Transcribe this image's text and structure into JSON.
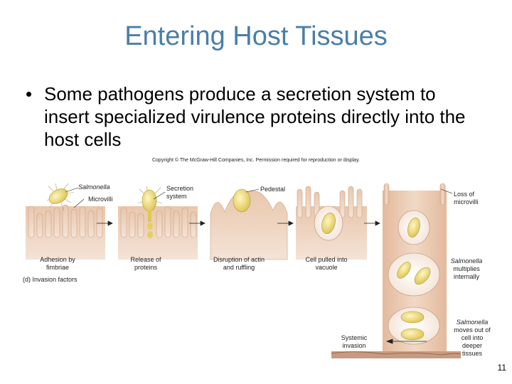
{
  "slide": {
    "title": "Entering Host Tissues",
    "bullet": "Some pathogens produce a secretion system to insert specialized virulence proteins directly into the host cells",
    "bullet_marker": "•",
    "page_number": "11"
  },
  "figure": {
    "copyright": "Copyright © The McGraw-Hill Companies, Inc. Permission required for reproduction or display.",
    "labels": {
      "salmonella": "Salmonella",
      "microvilli": "Microvilli",
      "secretion_system_1": "Secretion",
      "secretion_system_2": "system",
      "pedestal": "Pedestal",
      "loss_microvilli_1": "Loss of",
      "loss_microvilli_2": "microvilli",
      "adhesion_1": "Adhesion by",
      "adhesion_2": "fimbriae",
      "invasion_factors": "(d) Invasion factors",
      "release_1": "Release of",
      "release_2": "proteins",
      "disruption_1": "Disruption of actin",
      "disruption_2": "and ruffling",
      "pulled_1": "Cell pulled into",
      "pulled_2": "vacuole",
      "multiplies_1": "Salmonella",
      "multiplies_2": "multiplies",
      "multiplies_3": "internally",
      "moves_1": "Salmonella",
      "moves_2": "moves out of",
      "moves_3": "cell into",
      "moves_4": "deeper",
      "moves_5": "tissues",
      "systemic_1": "Systemic",
      "systemic_2": "invasion"
    }
  }
}
